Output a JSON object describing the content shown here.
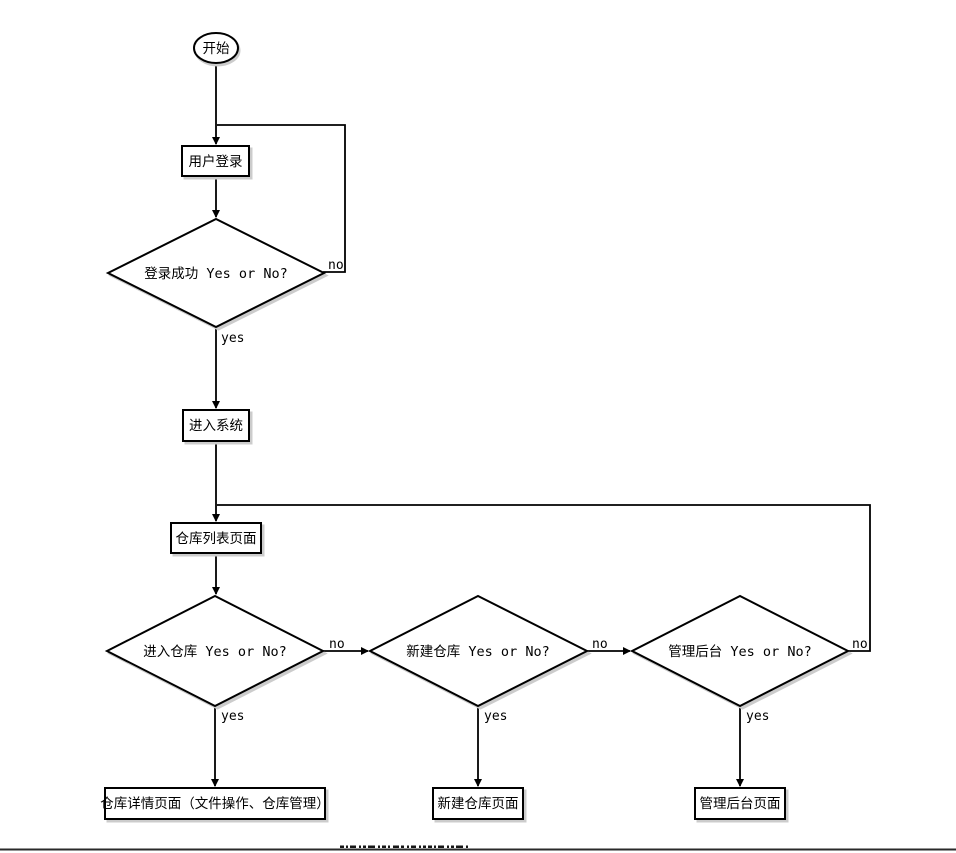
{
  "diagram": {
    "type": "flowchart",
    "colors": {
      "background": "#ffffff",
      "stroke": "#000000",
      "node_fill": "#ffffff",
      "node_shadow": "#cccccc",
      "bottom_divider": "#2a2a2a"
    },
    "nodes": {
      "start": {
        "label": "开始",
        "shape": "ellipse"
      },
      "user_login": {
        "label": "用户登录",
        "shape": "rectangle"
      },
      "login_success": {
        "label": "登录成功 Yes or No?",
        "shape": "diamond"
      },
      "enter_system": {
        "label": "进入系统",
        "shape": "rectangle"
      },
      "warehouse_list": {
        "label": "仓库列表页面",
        "shape": "rectangle"
      },
      "enter_warehouse": {
        "label": "进入仓库 Yes or No?",
        "shape": "diamond"
      },
      "new_warehouse": {
        "label": "新建仓库 Yes or No?",
        "shape": "diamond"
      },
      "admin_backend": {
        "label": "管理后台 Yes or No?",
        "shape": "diamond"
      },
      "warehouse_detail": {
        "label": "仓库详情页面（文件操作、仓库管理）",
        "shape": "rectangle"
      },
      "new_warehouse_page": {
        "label": "新建仓库页面",
        "shape": "rectangle"
      },
      "admin_backend_page": {
        "label": "管理后台页面",
        "shape": "rectangle"
      }
    },
    "edges": {
      "login_fail_no": {
        "label": "no"
      },
      "login_ok_yes": {
        "label": "yes"
      },
      "enter_warehouse_no": {
        "label": "no"
      },
      "enter_warehouse_yes": {
        "label": "yes"
      },
      "new_warehouse_no": {
        "label": "no"
      },
      "new_warehouse_yes": {
        "label": "yes"
      },
      "admin_backend_no": {
        "label": "no"
      },
      "admin_backend_yes": {
        "label": "yes"
      }
    }
  }
}
